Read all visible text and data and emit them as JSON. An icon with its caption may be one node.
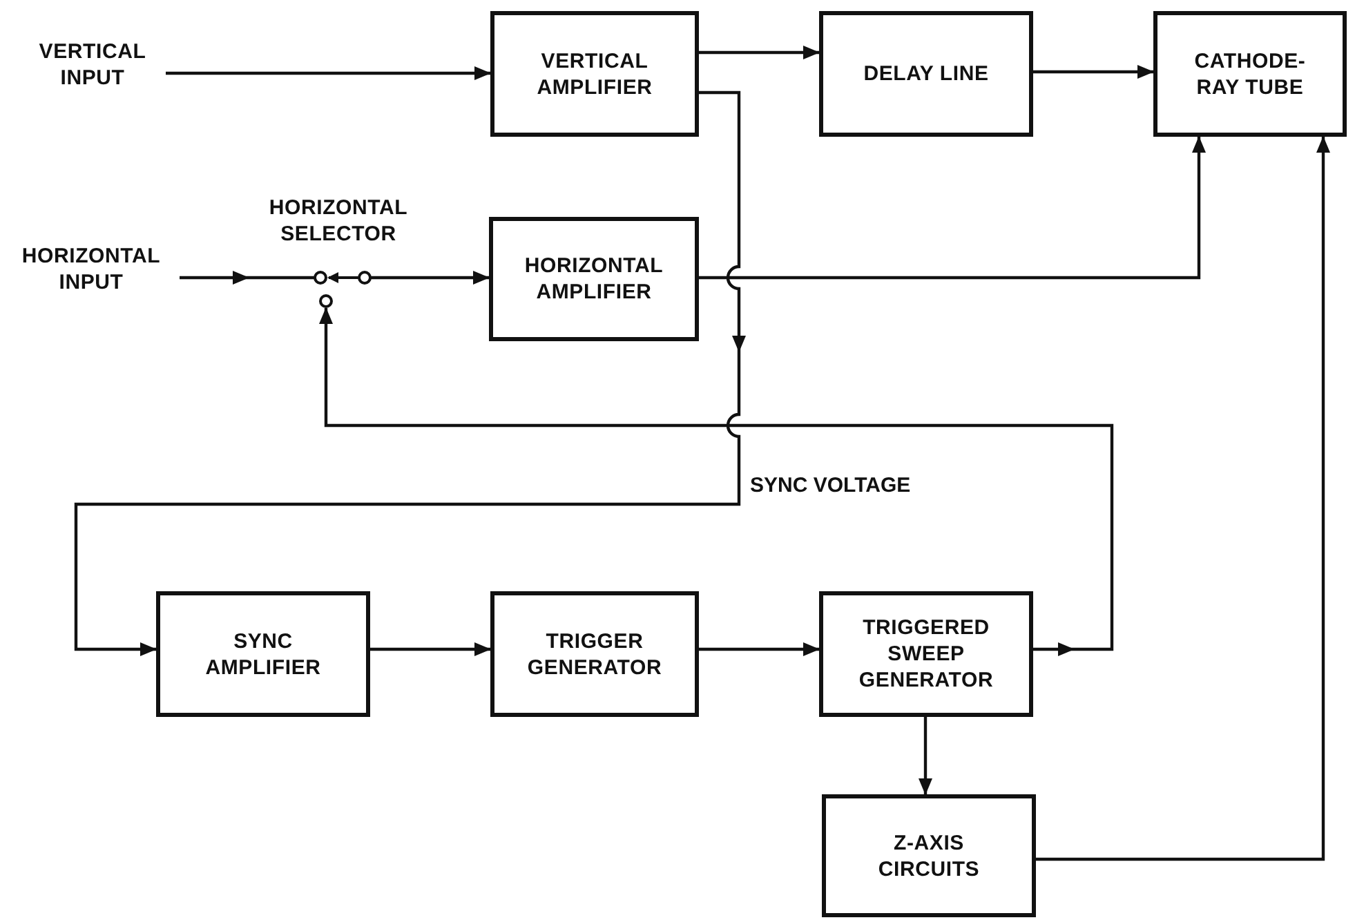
{
  "diagram": {
    "nodes": [
      {
        "text": [
          "VERTICAL INPUT"
        ]
      },
      {
        "text": [
          "VERTICAL AMPLIFIER"
        ]
      },
      {
        "text": [
          "DELAY LINE"
        ]
      },
      {
        "text": [
          "CATHODE-RAY TUBE"
        ]
      },
      {
        "text": [
          "HORIZONTAL INPUT"
        ]
      },
      {
        "text": [
          "HORIZONTAL SELECTOR"
        ]
      },
      {
        "text": [
          "HORIZONTAL AMPLIFIER"
        ]
      },
      {
        "text": [
          "SYNC AMPLIFIER"
        ]
      },
      {
        "text": [
          "TRIGGER GENERATOR"
        ]
      },
      {
        "text": [
          "TRIGGERED SWEEP GENERATOR"
        ]
      },
      {
        "text": [
          "Z-AXIS CIRCUITS"
        ]
      }
    ],
    "edges": [
      {
        "from": 0,
        "to": 1,
        "arrow": "to"
      },
      {
        "from": 1,
        "to": 2,
        "arrow": "to"
      },
      {
        "from": 2,
        "to": 3,
        "arrow": "to"
      },
      {
        "from": 4,
        "to": 5,
        "arrow": "to"
      },
      {
        "from": 5,
        "to": 6,
        "arrow": "to"
      },
      {
        "from": 6,
        "to": 3,
        "arrow": "to"
      },
      {
        "from": 1,
        "to": 7,
        "arrow": "to",
        "label": "SYNC VOLTAGE"
      },
      {
        "from": 7,
        "to": 8,
        "arrow": "to"
      },
      {
        "from": 8,
        "to": 9,
        "arrow": "to"
      },
      {
        "from": 9,
        "to": 5,
        "arrow": "to"
      },
      {
        "from": 9,
        "to": 10,
        "arrow": "to"
      },
      {
        "from": 10,
        "to": 3,
        "arrow": "to"
      }
    ]
  }
}
